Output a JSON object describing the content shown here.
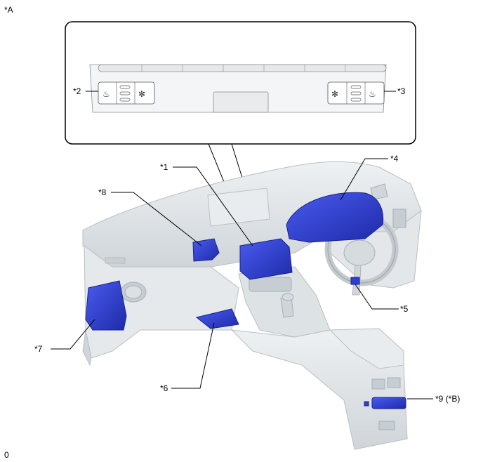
{
  "labels": {
    "view_a": "*A",
    "callout_1": "*1",
    "callout_2": "*2",
    "callout_3": "*3",
    "callout_4": "*4",
    "callout_5": "*5",
    "callout_6": "*6",
    "callout_7": "*7",
    "callout_8": "*8",
    "callout_9": "*9 (*B)",
    "figure_code": "0"
  },
  "colors": {
    "highlight_part": "#2f3fd6",
    "dashboard": "#dfe3e6",
    "dashboard_edge": "#b9bfc4",
    "outline": "#000000"
  }
}
